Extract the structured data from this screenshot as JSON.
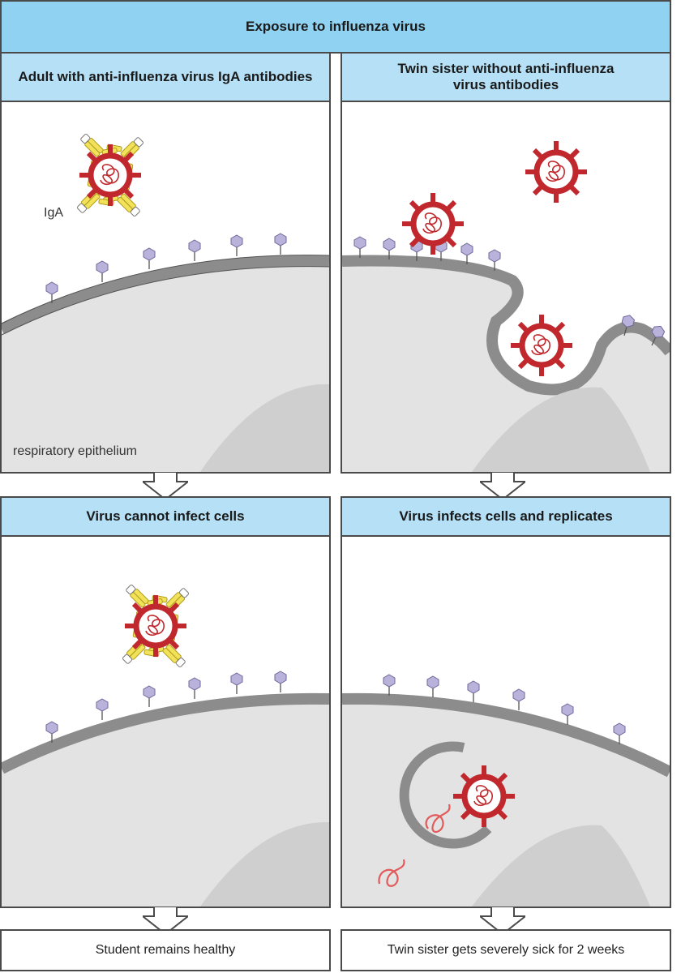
{
  "title": "Exposure to influenza virus",
  "left_header": "Adult with anti-influenza virus IgA antibodies",
  "right_header_line1": "Twin sister without anti-influenza",
  "right_header_line2": "virus antibodies",
  "iga_label": "IgA",
  "epithelium_label": "respiratory epithelium",
  "left_result_header": "Virus cannot infect cells",
  "right_result_header": "Virus infects cells and replicates",
  "left_outcome": "Student remains healthy",
  "right_outcome": "Twin sister gets severely sick for 2 weeks",
  "colors": {
    "header_bg": "#b5e0f6",
    "title_bg": "#8fd2f2",
    "virus": "#c0282d",
    "antibody": "#f2e25a",
    "receptor": "#b9b3dc",
    "membrane": "#8c8c8c",
    "cytoplasm": "#e3e3e3"
  }
}
